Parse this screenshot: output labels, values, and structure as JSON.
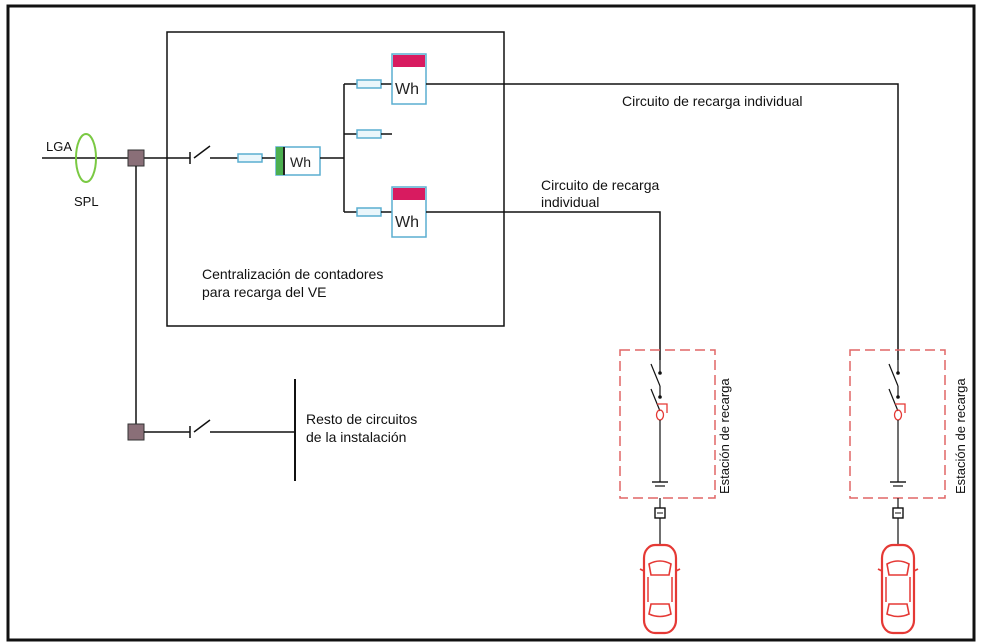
{
  "labels": {
    "lga": "LGA",
    "spl": "SPL",
    "meter": "Wh",
    "centralization_line1": "Centralización de contadores",
    "centralization_line2": "para recarga del VE",
    "circuit_top": "Circuito de recarga individual",
    "circuit_mid_line1": "Circuito de recarga",
    "circuit_mid_line2": "individual",
    "rest_line1": "Resto de circuitos",
    "rest_line2": "de la instalación",
    "station": "Estación de recarga"
  },
  "colors": {
    "line": "#111111",
    "fuse": "#5aaed0",
    "meter_bar": "#d81b60",
    "meter_box": "#5aaed0",
    "spl_ring": "#7ac943",
    "junction": "#8a6f78",
    "station_border": "#e06666",
    "car": "#e53935",
    "rcd": "#e53935"
  },
  "icons": {
    "car": "car-icon",
    "plug": "plug-icon",
    "switch": "switch-icon",
    "fuse": "fuse-icon",
    "meter": "meter-icon",
    "ground": "ground-icon"
  }
}
